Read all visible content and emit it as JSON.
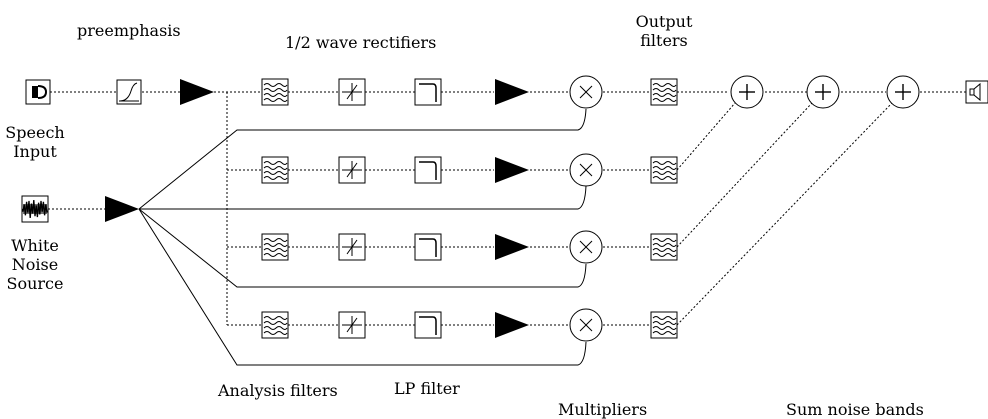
{
  "labels": {
    "preemphasis": "preemphasis",
    "rectifiers": "1/2 wave rectifiers",
    "output_filters_line1": "Output",
    "output_filters_line2": "filters",
    "speech_line1": "Speech",
    "speech_line2": "Input",
    "noise_line1": "White",
    "noise_line2": "Noise",
    "noise_line3": "Source",
    "analysis_filters": "Analysis filters",
    "lp_filter": "LP filter",
    "multipliers": "Multipliers",
    "sum_noise_bands": "Sum noise bands"
  },
  "icons": {
    "speech_input": "microphone-icon",
    "noise_source": "noise-waveform-icon",
    "preemphasis": "highpass-curve-icon",
    "analysis_filter": "bandpass-filter-icon",
    "rectifier": "half-wave-rectifier-icon",
    "lp_filter": "lowpass-filter-icon",
    "amplifier": "amplifier-triangle-icon",
    "multiplier": "multiplier-circle-icon",
    "summer": "adder-circle-icon",
    "speaker": "speaker-icon"
  },
  "bands": 4
}
